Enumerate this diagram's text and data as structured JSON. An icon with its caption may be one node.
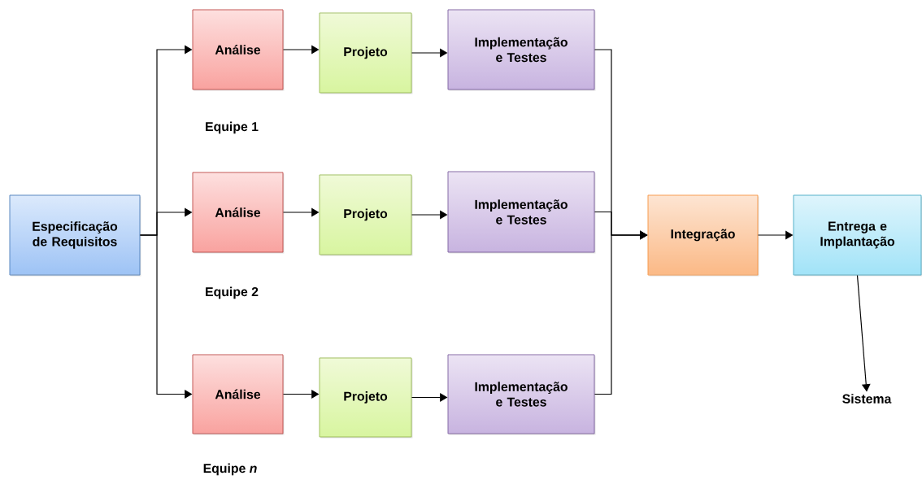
{
  "diagram": {
    "nodes": [
      {
        "text": [
          "Especificação de Requisitos"
        ]
      },
      {
        "text": [
          "Análise"
        ]
      },
      {
        "text": [
          "Projeto"
        ]
      },
      {
        "text": [
          "Implementação e Testes"
        ]
      },
      {
        "text": [
          "Análise"
        ]
      },
      {
        "text": [
          "Projeto"
        ]
      },
      {
        "text": [
          "Implementação e Testes"
        ]
      },
      {
        "text": [
          "Análise"
        ]
      },
      {
        "text": [
          "Projeto"
        ]
      },
      {
        "text": [
          "Implementação e Testes"
        ]
      },
      {
        "text": [
          "Integração"
        ]
      },
      {
        "text": [
          "Entrega e Implantação"
        ]
      },
      {
        "text": [
          "Sistema"
        ]
      }
    ],
    "edges": [
      {
        "from": 0,
        "to": 1,
        "arrow": "to"
      },
      {
        "from": 0,
        "to": 4,
        "arrow": "to"
      },
      {
        "from": 0,
        "to": 7,
        "arrow": "to"
      },
      {
        "from": 1,
        "to": 2,
        "arrow": "to"
      },
      {
        "from": 2,
        "to": 3,
        "arrow": "to"
      },
      {
        "from": 4,
        "to": 5,
        "arrow": "to"
      },
      {
        "from": 5,
        "to": 6,
        "arrow": "to"
      },
      {
        "from": 7,
        "to": 8,
        "arrow": "to"
      },
      {
        "from": 8,
        "to": 9,
        "arrow": "to"
      },
      {
        "from": 3,
        "to": 10,
        "arrow": "to"
      },
      {
        "from": 6,
        "to": 10,
        "arrow": "to"
      },
      {
        "from": 9,
        "to": 10,
        "arrow": "to"
      },
      {
        "from": 10,
        "to": 11,
        "arrow": "to"
      },
      {
        "from": 11,
        "to": 12,
        "arrow": "to"
      }
    ],
    "labels": [
      "Equipe 1",
      "Equipe 2",
      "Equipe *n*"
    ]
  }
}
